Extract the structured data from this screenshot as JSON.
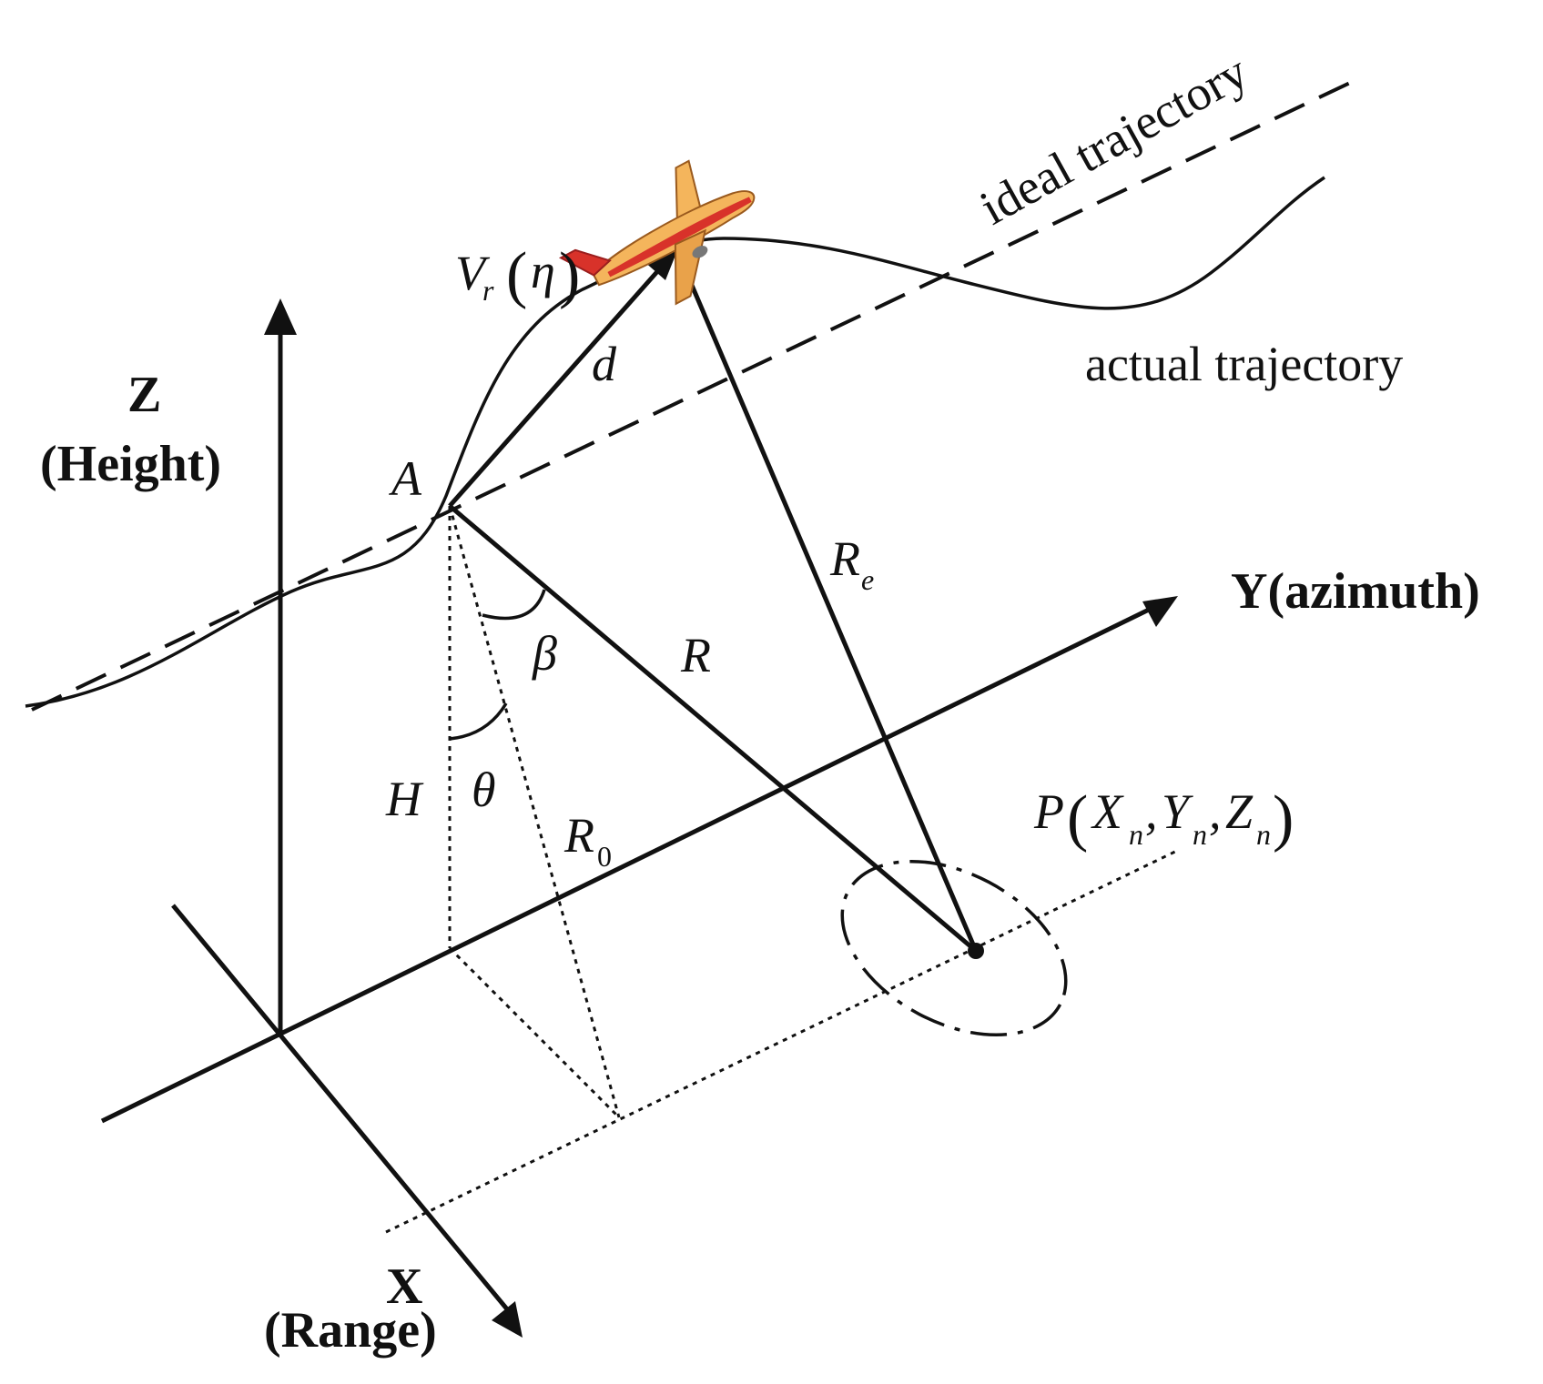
{
  "axes": {
    "z_letter": "Z",
    "z_desc": "(Height)",
    "y_label": "Y(azimuth)",
    "x_letter": "X",
    "x_desc": "(Range)"
  },
  "trajectories": {
    "ideal": "ideal trajectory",
    "actual": "actual trajectory"
  },
  "symbols": {
    "A": "A",
    "d": "d",
    "H": "H",
    "theta": "θ",
    "beta": "β",
    "R": "R",
    "R0_main": "R",
    "R0_sub": "0",
    "Re_main": "R",
    "Re_sub": "e",
    "V_main": "V",
    "V_sub": "r",
    "V_open": "(",
    "V_arg": "η",
    "V_close": ")",
    "P_main": "P",
    "P_open": "(",
    "P_X": "X",
    "P_Xn": "n",
    "P_c1": ",",
    "P_Y": "Y",
    "P_Yn": "n",
    "P_c2": ",",
    "P_Z": "Z",
    "P_Zn": "n",
    "P_close": ")"
  },
  "colors": {
    "line": "#111111",
    "aircraft_body": "#f4b55c",
    "aircraft_accent": "#d8322a"
  },
  "icons": {
    "aircraft": "airplane-icon"
  }
}
